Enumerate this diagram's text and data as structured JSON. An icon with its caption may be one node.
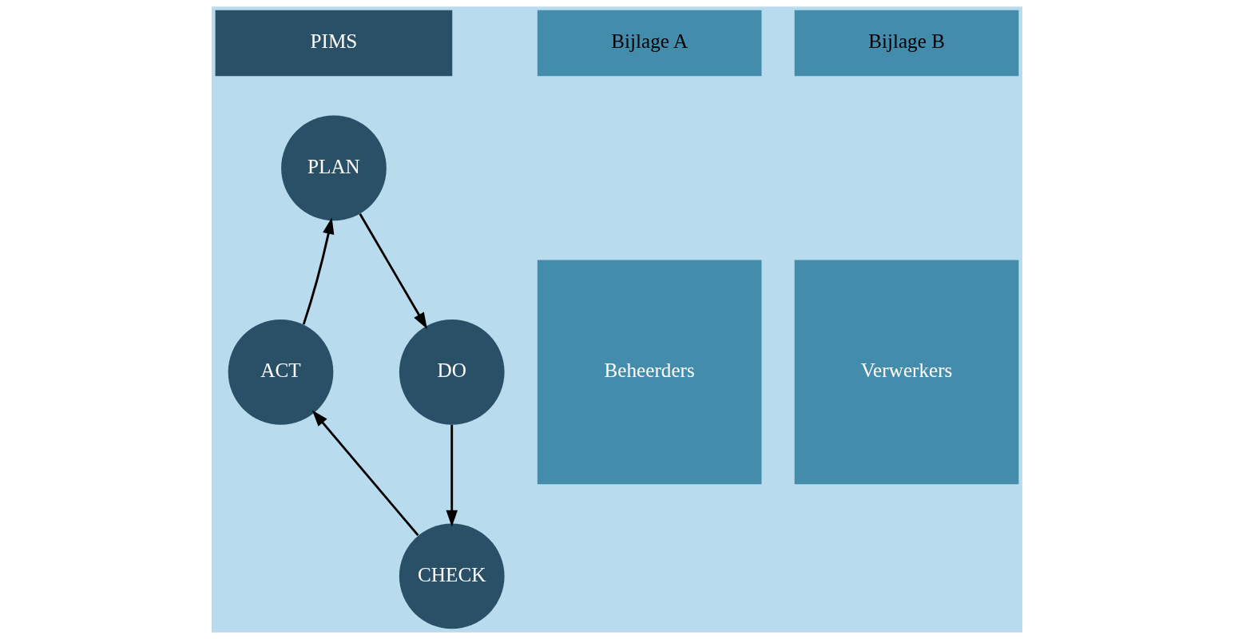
{
  "diagram": {
    "nodes": [
      {
        "text": [
          "PIMS"
        ]
      },
      {
        "text": [
          "Bijlage A"
        ]
      },
      {
        "text": [
          "Bijlage B"
        ]
      },
      {
        "text": [
          "PLAN"
        ]
      },
      {
        "text": [
          "DO"
        ]
      },
      {
        "text": [
          "CHECK"
        ]
      },
      {
        "text": [
          "ACT"
        ]
      },
      {
        "text": [
          "Beheerders"
        ]
      },
      {
        "text": [
          "Verwerkers"
        ]
      }
    ],
    "edges": [
      {
        "from": 3,
        "to": 4,
        "arrow": "to"
      },
      {
        "from": 4,
        "to": 5,
        "arrow": "to"
      },
      {
        "from": 5,
        "to": 6,
        "arrow": "to"
      },
      {
        "from": 6,
        "to": 3,
        "arrow": "to"
      }
    ]
  }
}
